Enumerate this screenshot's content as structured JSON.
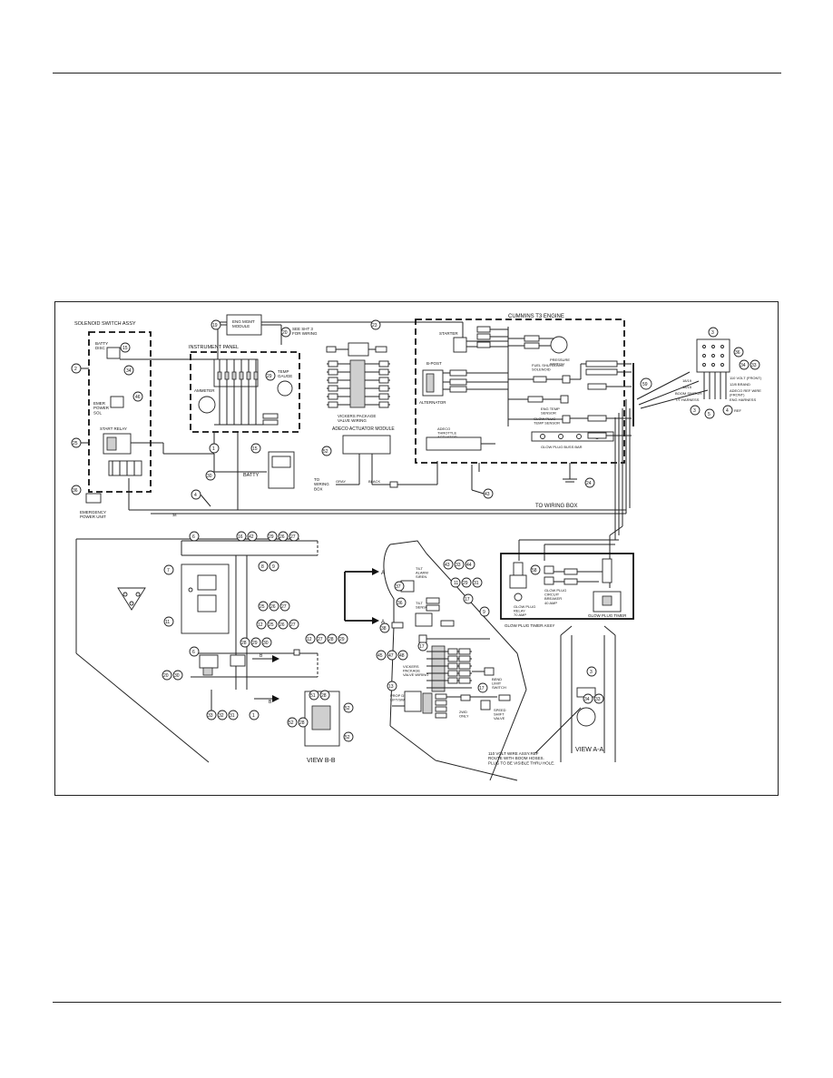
{
  "diagram": {
    "assemblies": {
      "solenoid": "SOLENOID SWITCH ASSY",
      "instrument": "INSTRUMENT PANEL",
      "engine": "CUMMINS T3 ENGINE",
      "vickers": "VICKERS PACKAGE\nVALVE WIRING",
      "adeco": "ADECO ACTUATOR MODULE",
      "glowplug": "GLOW PLUG TIMER ASSY",
      "view_bb": "VIEW B-B",
      "view_aa": "VIEW A-A"
    },
    "labels": {
      "batty_disc": "BATTY\nDISC",
      "emer_power": "EMER\nPOWER\nSOL",
      "start_relay": "START RELAY",
      "emergency": "EMERGENCY\nPOWER UNIT",
      "eng_mgmt": "ENG MGMT\nMODULE",
      "see_sht": "SEE SHT 3\nFOR WIRING",
      "ammeter": "AMMETER",
      "temp_gauge": "TEMP\nGAUGE",
      "batty": "BATTY",
      "to_wiring_box_a": "TO\nWIRING\nBOX",
      "to_wiring_box_b": "TO WIRING BOX",
      "gray": "GRAY",
      "black": "BLACK",
      "starter": "STARTER",
      "alternator": "ALTERNATOR",
      "b_post": "B-POST",
      "pressure_switch": "PRESSURE\nSWITCH",
      "fuel_shutdown": "FUEL SHUTDOWN\nSOLENOID",
      "eng_temp": "ENG TEMP\nSENSOR",
      "glow_temp": "GLOW PLUG\nTEMP SENSOR",
      "glow_bus": "GLOW PLUG BUSS BAR",
      "adeco_throttle": "ADECO\nTHROTTLE\nACTUATOR",
      "glow_relay": "GLOW PLUG\nRELAY\n70 AMP",
      "glow_breaker": "GLOW PLUG\nCIRCUIT\nBREAKER\n40 AMP",
      "glow_timer": "GLOW PLUG TIMER",
      "tilt_alarm": "TILT\nALARM\nSIREN",
      "tilt_sensor": "TILT\nSENSOR",
      "vickers_valve": "VICKERS\nPACKAGE\nVALVE WIRING",
      "prop_drive": "PROP DRIVE/\nLIFT/SWING",
      "speed_shift": "SPEED\nSHIFT\nVALVE",
      "bend_limit": "BEND\nLIMIT\nSWITCH",
      "two_wd": "2WD\nONLY",
      "route_note": "110 VOLT WIRE ASSY.REF\nROUTE WITH BOOM HOSES.\nPLUG TO BE VISIBLE THRU HOLE.",
      "boom_switch": "BOOM SWITCH",
      "tt_harness": "T/T HARNESS",
      "h18_19": "18/19",
      "h18_15": "18/15",
      "volt_110": "110 VOLT (FRONT)",
      "twelve_brand": "12/8 BRAND",
      "adeco_ref": "ADECO REF WIRE\n(FRONT)",
      "eng_harness": "ENG HARNESS",
      "ref": "REF"
    }
  }
}
